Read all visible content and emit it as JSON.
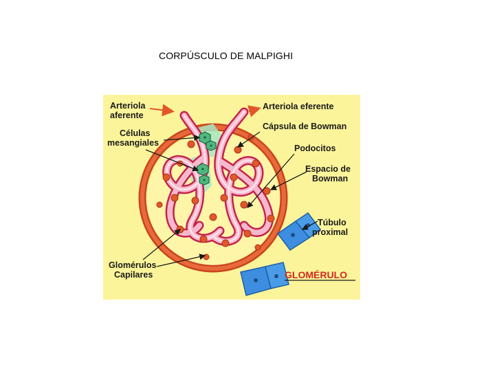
{
  "slide": {
    "title": "CORPÚSCULO DE MALPIGHI"
  },
  "diagram": {
    "labels": {
      "afferent_line1": "Arteriola",
      "afferent_line2": "aferente",
      "efferent": "Arteriola eferente",
      "mesangial_line1": "Células",
      "mesangial_line2": "mesangiales",
      "bowman_capsule": "Cápsula de Bowman",
      "podocytes": "Podocitos",
      "bowman_space_line1": "Espacio de",
      "bowman_space_line2": "Bowman",
      "tubule_line1": "Túbulo",
      "tubule_line2": "proximal",
      "capillaries_line1": "Glomérulos",
      "capillaries_line2": "Capilares",
      "caption": "GLOMÉRULO"
    },
    "colors": {
      "background": "#fcf49a",
      "capsule": "#e2572a",
      "capillary_fill": "#f6b8cc",
      "capillary_edge": "#c3224e",
      "mesangial": "#7fd5a4",
      "tubule": "#3d8ee0",
      "label_red": "#d12a1e"
    }
  }
}
